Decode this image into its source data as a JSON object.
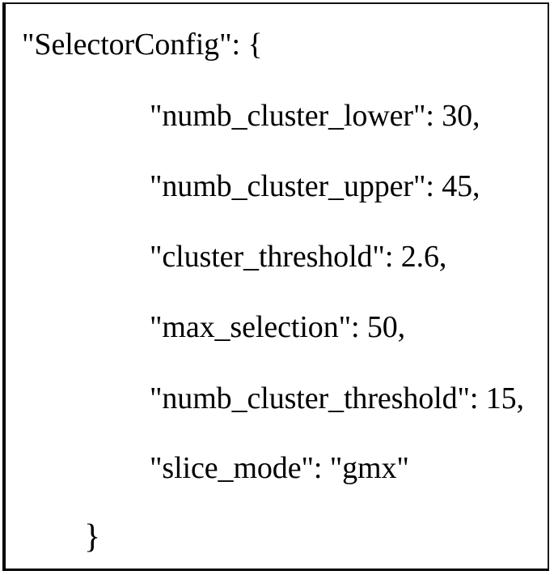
{
  "figure": {
    "kind": "json-code-snippet",
    "border_color": "#000000",
    "background_color": "#ffffff",
    "text_color": "#000000"
  },
  "code": {
    "root_key_line": "\"SelectorConfig\": {",
    "closing_brace": "}",
    "entries": [
      {
        "text": "\"numb_cluster_lower\": 30,",
        "key": "numb_cluster_lower",
        "value": "30"
      },
      {
        "text": "\"numb_cluster_upper\": 45,",
        "key": "numb_cluster_upper",
        "value": "45"
      },
      {
        "text": "\"cluster_threshold\": 2.6,",
        "key": "cluster_threshold",
        "value": "2.6"
      },
      {
        "text": "\"max_selection\": 50,",
        "key": "max_selection",
        "value": "50"
      },
      {
        "text": "\"numb_cluster_threshold\": 15,",
        "key": "numb_cluster_threshold",
        "value": "15"
      },
      {
        "text": "\"slice_mode\": \"gmx\"",
        "key": "slice_mode",
        "value": "\"gmx\""
      }
    ]
  }
}
